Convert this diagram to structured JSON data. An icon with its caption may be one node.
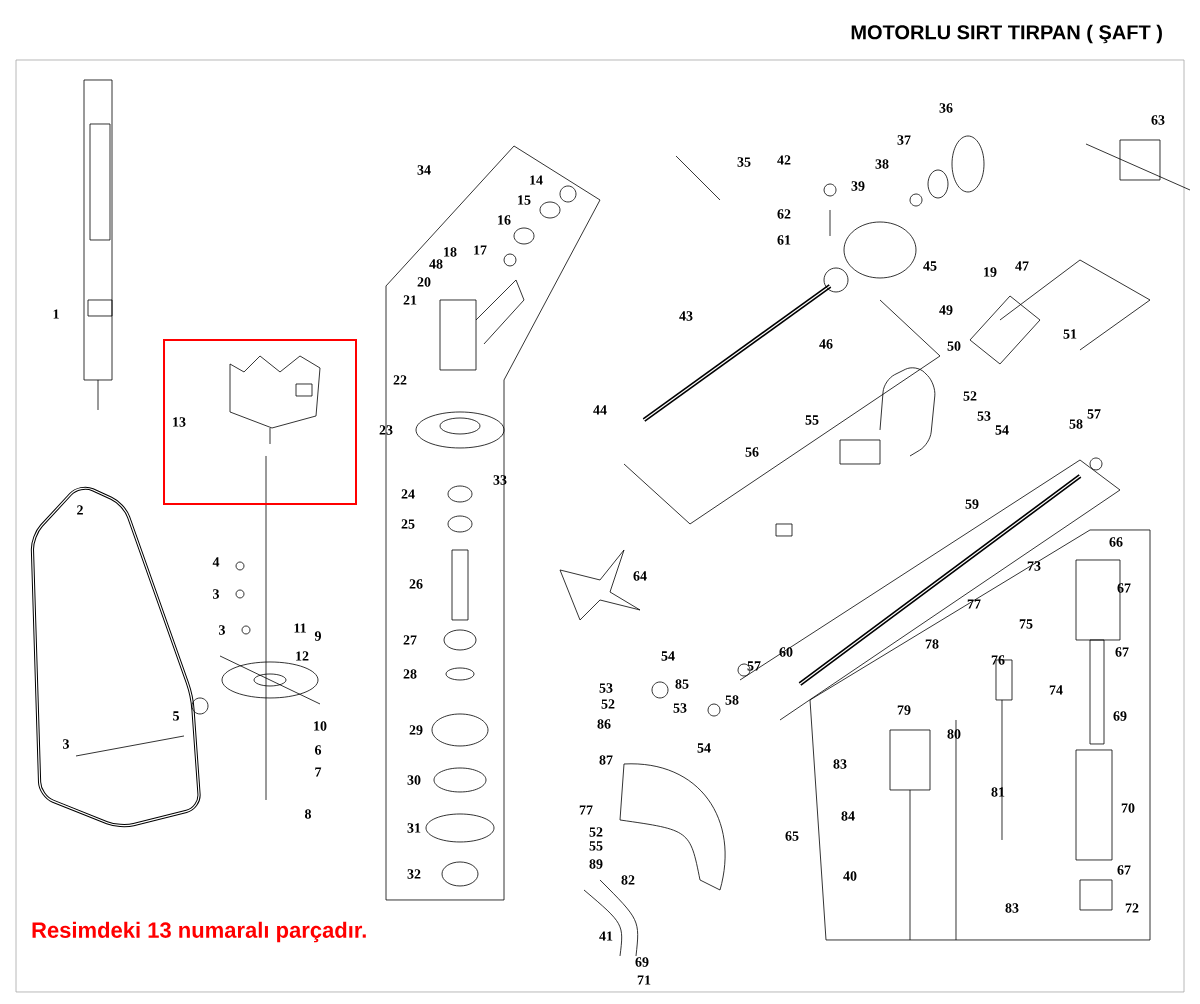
{
  "diagram": {
    "title": "MOTORLU SIRT TIRPAN ( ŞAFT )",
    "caption": "Resimdeki 13 numaralı parçadır.",
    "nodes": [
      {
        "text": [
          "13"
        ]
      }
    ],
    "edges": [],
    "labels": [
      "1",
      "2",
      "4",
      "3",
      "3",
      "11",
      "9",
      "12",
      "5",
      "10",
      "6",
      "7",
      "8",
      "3",
      "34",
      "14",
      "15",
      "16",
      "18",
      "17",
      "48",
      "20",
      "21",
      "22",
      "23",
      "33",
      "24",
      "25",
      "26",
      "27",
      "28",
      "29",
      "30",
      "31",
      "32",
      "35",
      "42",
      "39",
      "62",
      "61",
      "43",
      "46",
      "44",
      "55",
      "56",
      "64",
      "36",
      "37",
      "38",
      "63",
      "45",
      "19",
      "47",
      "49",
      "50",
      "51",
      "52",
      "53",
      "54",
      "58",
      "57",
      "59",
      "66",
      "73",
      "54",
      "53",
      "52",
      "86",
      "85",
      "53",
      "54",
      "58",
      "57",
      "60",
      "87",
      "77",
      "52",
      "55",
      "89",
      "82",
      "65",
      "83",
      "84",
      "40",
      "41",
      "69",
      "71",
      "67",
      "77",
      "75",
      "67",
      "78",
      "76",
      "74",
      "79",
      "69",
      "80",
      "81",
      "70",
      "67",
      "83",
      "72"
    ]
  }
}
